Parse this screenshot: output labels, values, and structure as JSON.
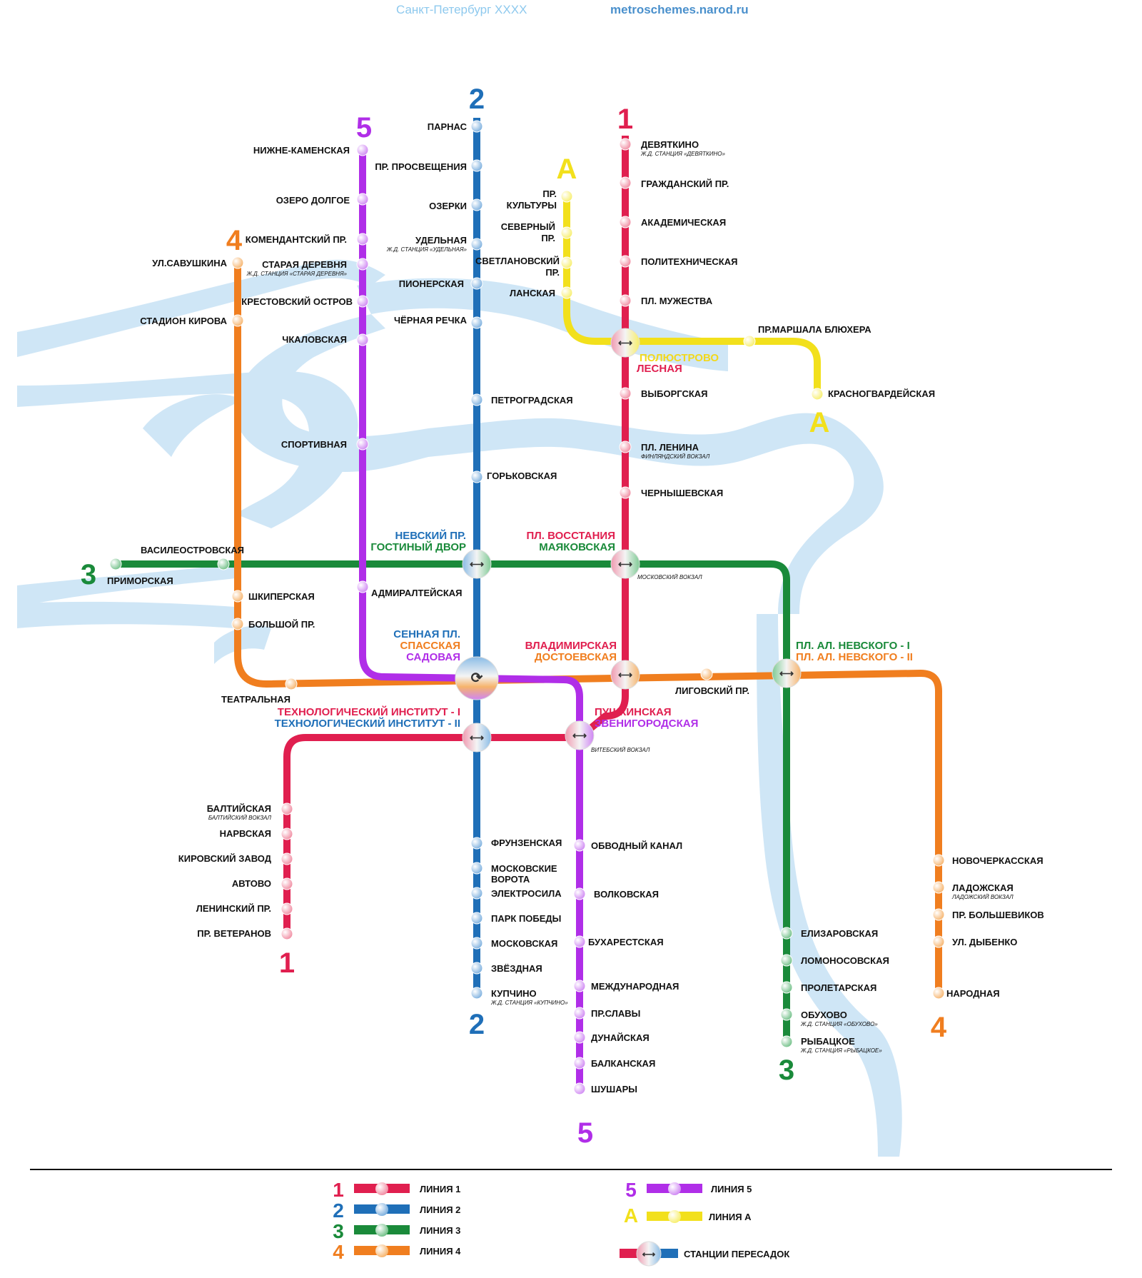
{
  "header": {
    "title": "Санкт-Петербург XXXX",
    "site": "metroschemes.narod.ru"
  },
  "colors": {
    "line1": "#e01f4f",
    "line2": "#1f6fb8",
    "line3": "#1a8a3a",
    "line4": "#f07e1f",
    "line5": "#b02ee8",
    "lineA": "#f2e01c",
    "river": "#cfe6f6"
  },
  "line_numbers": {
    "l1": "1",
    "l2": "2",
    "l3": "3",
    "l4": "4",
    "l5": "5",
    "lA": "А"
  },
  "stations": {
    "devyatkino": "ДЕВЯТКИНО",
    "devyatkino_sub": "Ж.Д. СТАНЦИЯ «ДЕВЯТКИНО»",
    "grazhdansky": "ГРАЖДАНСКИЙ ПР.",
    "akademicheskaya": "АКАДЕМИЧЕСКАЯ",
    "politekh": "ПОЛИТЕХНИЧЕСКАЯ",
    "muzhestva": "ПЛ. МУЖЕСТВА",
    "vyborgskaya": "ВЫБОРГСКАЯ",
    "lenina": "ПЛ. ЛЕНИНА",
    "lenina_sub": "ФИНЛЯНДСКИЙ ВОКЗАЛ",
    "chernyshevskaya": "ЧЕРНЫШЕВСКАЯ",
    "moskovsky_vokzal": "МОСКОВСКИЙ ВОКЗАЛ",
    "vitebsky_vokzal": "ВИТЕБСКИЙ ВОКЗАЛ",
    "baltiyskaya": "БАЛТИЙСКАЯ",
    "baltiyskaya_sub": "БАЛТИЙСКИЙ ВОКЗАЛ",
    "narvskaya": "НАРВСКАЯ",
    "kirovsky": "КИРОВСКИЙ ЗАВОД",
    "avtovo": "АВТОВО",
    "leninsky": "ЛЕНИНСКИЙ ПР.",
    "veteranov": "ПР. ВЕТЕРАНОВ",
    "parnas": "ПАРНАС",
    "prosvescheniya": "ПР. ПРОСВЕЩЕНИЯ",
    "ozerki": "ОЗЕРКИ",
    "udelnaya": "УДЕЛЬНАЯ",
    "udelnaya_sub": "Ж.Д. СТАНЦИЯ «УДЕЛЬНАЯ»",
    "pionerskaya": "ПИОНЕРСКАЯ",
    "chernaya": "ЧЁРНАЯ РЕЧКА",
    "petrogradskaya": "ПЕТРОГРАДСКАЯ",
    "gorkovskaya": "ГОРЬКОВСКАЯ",
    "frunzenskaya": "ФРУНЗЕНСКАЯ",
    "mosk_vorota_1": "МОСКОВСКИЕ",
    "mosk_vorota_2": "ВОРОТА",
    "elektrosila": "ЭЛЕКТРОСИЛА",
    "park_pobedy": "ПАРК ПОБЕДЫ",
    "moskovskaya": "МОСКОВСКАЯ",
    "zvezdnaya": "ЗВЁЗДНАЯ",
    "kupchino": "КУПЧИНО",
    "kupchino_sub": "Ж.Д. СТАНЦИЯ «КУПЧИНО»",
    "vasileostrovskaya": "ВАСИЛЕОСТРОВСКАЯ",
    "primorskaya": "ПРИМОРСКАЯ",
    "elizarovskaya": "ЕЛИЗАРОВСКАЯ",
    "lomonosovskaya": "ЛОМОНОСОВСКАЯ",
    "proletarskaya": "ПРОЛЕТАРСКАЯ",
    "obukhovo": "ОБУХОВО",
    "obukhovo_sub": "Ж.Д. СТАНЦИЯ «ОБУХОВО»",
    "rybatskoe": "РЫБАЦКОЕ",
    "rybatskoe_sub": "Ж.Д. СТАНЦИЯ «РЫБАЦКОЕ»",
    "savushkina": "УЛ.САВУШКИНА",
    "stadion": "СТАДИОН КИРОВА",
    "shkiperskaya": "ШКИПЕРСКАЯ",
    "bolshoy": "БОЛЬШОЙ ПР.",
    "teatralnaya": "ТЕАТРАЛЬНАЯ",
    "ligovsky": "ЛИГОВСКИЙ ПР.",
    "novocherkasskaya": "НОВОЧЕРКАССКАЯ",
    "ladozhskaya": "ЛАДОЖСКАЯ",
    "ladozhskaya_sub": "ЛАДОЖСКИЙ ВОКЗАЛ",
    "bolshevikov": "ПР. БОЛЬШЕВИКОВ",
    "dybenko": "УЛ. ДЫБЕНКО",
    "narodnaya": "НАРОДНАЯ",
    "nizhne": "НИЖНЕ-КАМЕНСКАЯ",
    "ozero": "ОЗЕРО ДОЛГОЕ",
    "komendantsky": "КОМЕНДАНТСКИЙ ПР.",
    "staraya": "СТАРАЯ ДЕРЕВНЯ",
    "staraya_sub": "Ж.Д. СТАНЦИЯ «СТАРАЯ ДЕРЕВНЯ»",
    "krestovsky": "КРЕСТОВСКИЙ ОСТРОВ",
    "chkalovskaya": "ЧКАЛОВСКАЯ",
    "sportivnaya": "СПОРТИВНАЯ",
    "admiralteyskaya": "АДМИРАЛТЕЙСКАЯ",
    "obvodny": "ОБВОДНЫЙ КАНАЛ",
    "volkovskaya": "ВОЛКОВСКАЯ",
    "bukharestskaya": "БУХАРЕСТСКАЯ",
    "mezhdunarodnaya": "МЕЖДУНАРОДНАЯ",
    "slavy": "ПР.СЛАВЫ",
    "dunayskaya": "ДУНАЙСКАЯ",
    "balkanskaya": "БАЛКАНСКАЯ",
    "shushary": "ШУШАРЫ",
    "kultury_1": "ПР.",
    "kultury_2": "КУЛЬТУРЫ",
    "severny_1": "СЕВЕРНЫЙ",
    "severny_2": "ПР.",
    "svetlanovsky_1": "СВЕТЛАНОВСКИЙ",
    "svetlanovsky_2": "ПР.",
    "lanskaya": "ЛАНСКАЯ",
    "blyukhera": "ПР.МАРШАЛА БЛЮХЕРА",
    "krasnogvardeyskaya": "КРАСНОГВАРДЕЙСКАЯ"
  },
  "interchanges": {
    "nevsky": "НЕВСКИЙ ПР.",
    "gostiny": "ГОСТИНЫЙ ДВОР",
    "vosstaniya": "ПЛ. ВОССТАНИЯ",
    "mayakovskaya": "МАЯКОВСКАЯ",
    "polyustrovo": "ПОЛЮСТРОВО",
    "lesnaya": "ЛЕСНАЯ",
    "sennaya": "СЕННАЯ ПЛ.",
    "spasskaya": "СПАССКАЯ",
    "sadovaya": "САДОВАЯ",
    "vladimirskaya": "ВЛАДИМИРСКАЯ",
    "dostoevskaya": "ДОСТОЕВСКАЯ",
    "nevskogo1": "ПЛ. АЛ. НЕВСКОГО - I",
    "nevskogo2": "ПЛ. АЛ. НЕВСКОГО - II",
    "tekh1": "ТЕХНОЛОГИЧЕСКИЙ ИНСТИТУТ - I",
    "tekh2": "ТЕХНОЛОГИЧЕСКИЙ ИНСТИТУТ - II",
    "pushkinskaya": "ПУШКИНСКАЯ",
    "zvenigorodskaya": "ЗВЕНИГОРОДСКАЯ"
  },
  "legend": {
    "n1": "1",
    "n2": "2",
    "n3": "3",
    "n4": "4",
    "n5": "5",
    "nA": "А",
    "line1": "ЛИНИЯ 1",
    "line2": "ЛИНИЯ 2",
    "line3": "ЛИНИЯ 3",
    "line4": "ЛИНИЯ 4",
    "line5": "ЛИНИЯ 5",
    "lineA": "ЛИНИЯ А",
    "transfers": "СТАНЦИИ ПЕРЕСАДОК"
  }
}
